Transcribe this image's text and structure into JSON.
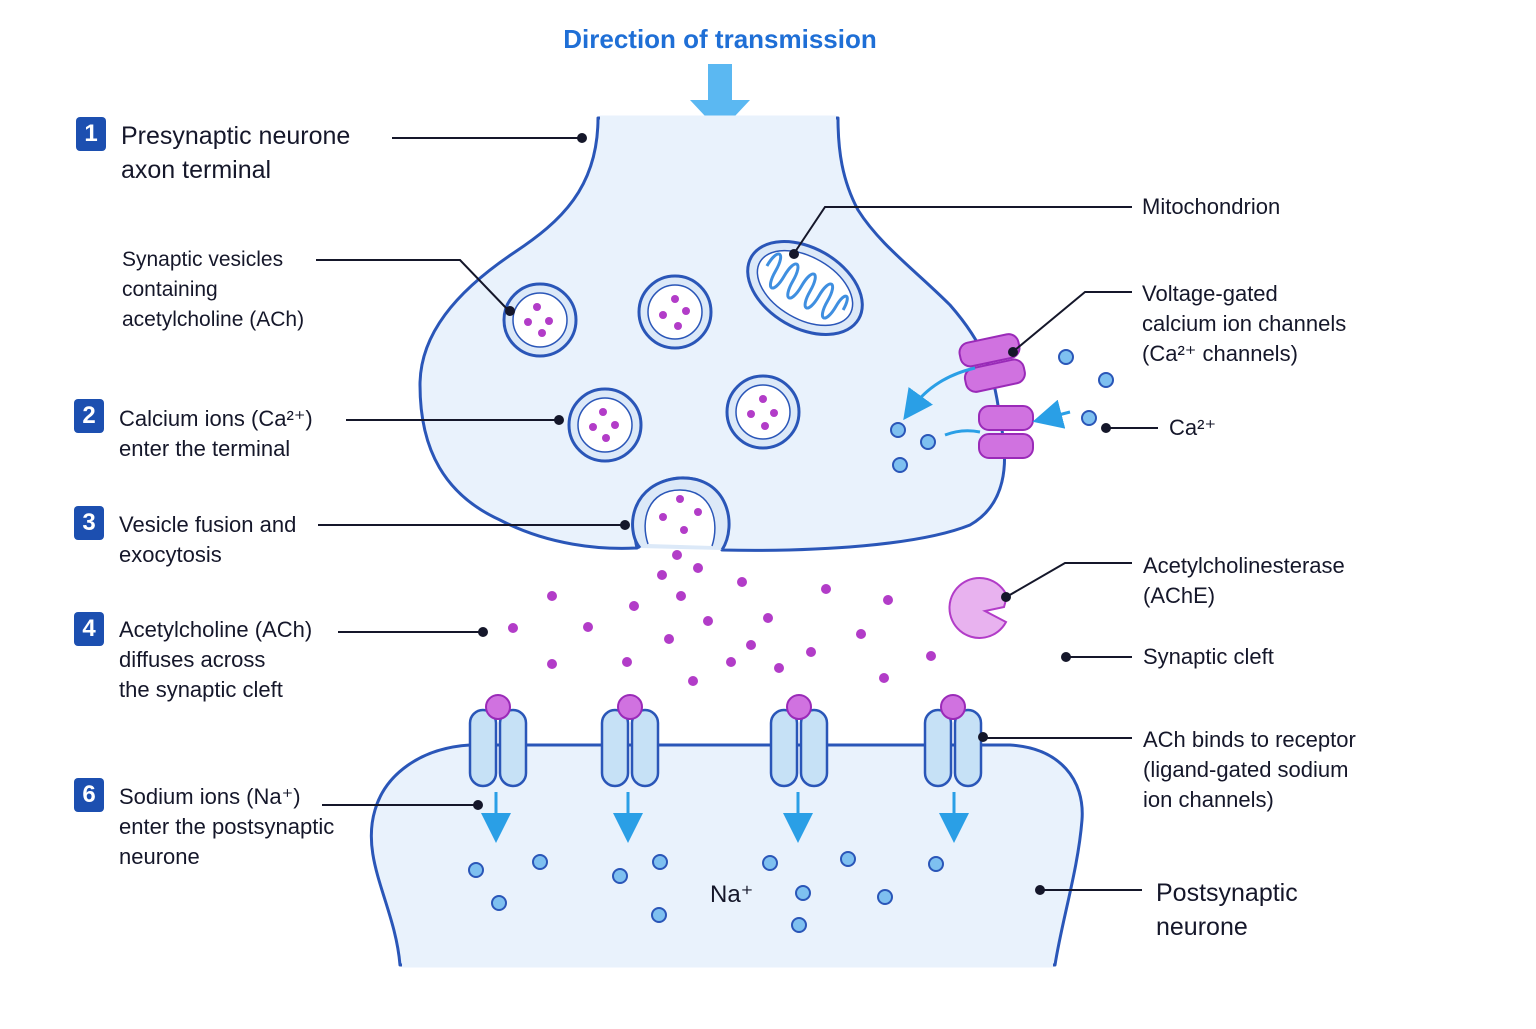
{
  "title": "Direction of transmission",
  "colors": {
    "membrane": "#2a56b8",
    "cytoplasm": "#e9f2fc",
    "ach": "#b23cc8",
    "ion": "#7ec0f0",
    "channel": "#d072e0",
    "arrow": "#2a9fe6",
    "step_badge": "#1c4fb0",
    "title": "#1f6fd6"
  },
  "left_labels": [
    {
      "step": "1",
      "lines": [
        "Presynaptic neurone",
        "axon terminal"
      ]
    },
    {
      "step": "",
      "lines": [
        "Synaptic vesicles",
        "containing",
        "acetylcholine (ACh)"
      ]
    },
    {
      "step": "2",
      "lines": [
        "Calcium ions (Ca²⁺)",
        "enter the terminal"
      ]
    },
    {
      "step": "3",
      "lines": [
        "Vesicle fusion and",
        "exocytosis"
      ]
    },
    {
      "step": "4",
      "lines": [
        "Acetylcholine (ACh)",
        "diffuses across",
        "the synaptic cleft"
      ]
    },
    {
      "step": "6",
      "lines": [
        "Sodium ions (Na⁺)",
        "enter the postsynaptic",
        "neurone"
      ]
    }
  ],
  "right_labels": [
    {
      "lines": [
        "Mitochondrion"
      ]
    },
    {
      "lines": [
        "Voltage-gated",
        "calcium ion channels",
        "(Ca²⁺ channels)"
      ]
    },
    {
      "lines": [
        "Ca²⁺"
      ]
    },
    {
      "lines": [
        "Acetylcholinesterase",
        "(AChE)"
      ]
    },
    {
      "lines": [
        "Synaptic cleft"
      ]
    },
    {
      "lines": [
        "ACh binds to receptor",
        "(ligand-gated sodium",
        "ion channels)"
      ]
    },
    {
      "lines": [
        "Postsynaptic",
        "neurone"
      ]
    }
  ],
  "na_label": "Na⁺"
}
